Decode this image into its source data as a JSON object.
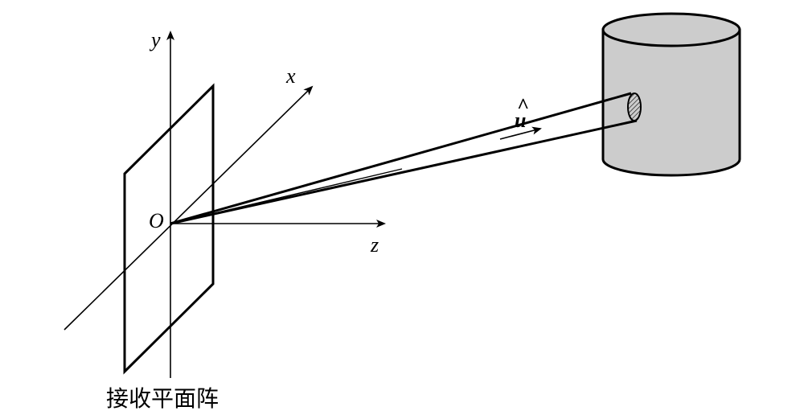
{
  "labels": {
    "x_axis": "x",
    "y_axis": "y",
    "z_axis": "z",
    "origin": "O",
    "direction_vector": "u",
    "direction_hat": "^",
    "array_caption": "接收平面阵"
  },
  "colors": {
    "stroke": "#000000",
    "cylinder_fill": "#cccccc",
    "background": "#ffffff"
  }
}
